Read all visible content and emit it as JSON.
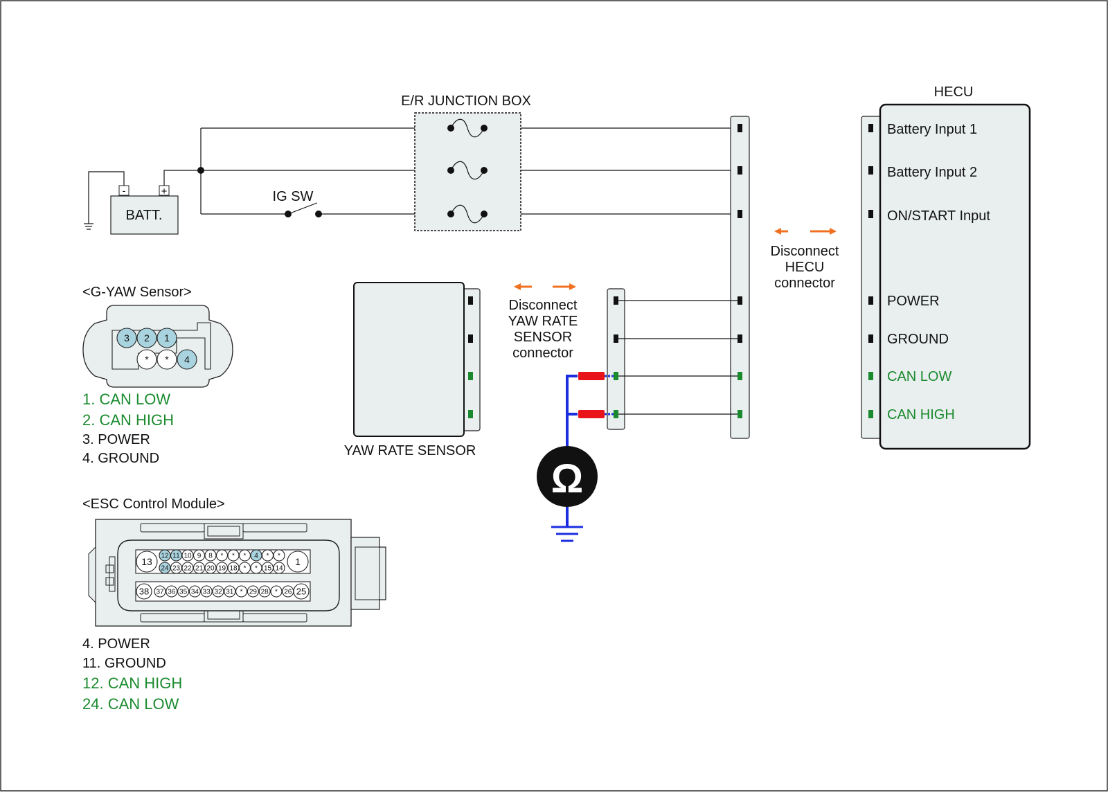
{
  "colors": {
    "wire": "#111111",
    "can": "#1a8a2e",
    "arrow": "#f07020",
    "probe": "#1a2ee0",
    "probe_tip": "#e8141a",
    "box_fill": "#e9eeee",
    "pin_highlight": "#a9d3de"
  },
  "junction_box": {
    "title": "E/R JUNCTION BOX"
  },
  "battery": {
    "label": "BATT.",
    "neg": "-",
    "pos": "+"
  },
  "ig_switch": {
    "label": "IG SW"
  },
  "hecu": {
    "title": "HECU",
    "pins": [
      {
        "label": "Battery Input 1",
        "type": "power"
      },
      {
        "label": "Battery Input 2",
        "type": "power"
      },
      {
        "label": "ON/START Input",
        "type": "power"
      },
      {
        "label": "POWER",
        "type": "power"
      },
      {
        "label": "GROUND",
        "type": "power"
      },
      {
        "label": "CAN LOW",
        "type": "can"
      },
      {
        "label": "CAN HIGH",
        "type": "can"
      }
    ]
  },
  "disconnect_hecu": {
    "lines": [
      "Disconnect",
      "HECU",
      "connector"
    ]
  },
  "disconnect_yaw": {
    "lines": [
      "Disconnect",
      "YAW RATE",
      "SENSOR",
      "connector"
    ]
  },
  "yaw_sensor": {
    "label": "YAW RATE SENSOR"
  },
  "ohmmeter": {
    "symbol": "Ω"
  },
  "gyaw_connector": {
    "title": "<G-YAW Sensor>",
    "top_pins": [
      "3",
      "2",
      "1"
    ],
    "bottom_pins": [
      "*",
      "*",
      "4"
    ],
    "legend": [
      {
        "text": "1. CAN LOW",
        "type": "can"
      },
      {
        "text": "2. CAN HIGH",
        "type": "can"
      },
      {
        "text": "3. POWER",
        "type": "power"
      },
      {
        "text": "4. GROUND",
        "type": "power"
      }
    ]
  },
  "esc_connector": {
    "title": "<ESC Control Module>",
    "row1_end_left": "13",
    "row1_end_right": "1",
    "row1_top": [
      "12",
      "11",
      "10",
      "9",
      "8",
      "*",
      "*",
      "*",
      "4",
      "*",
      "*"
    ],
    "row1_bottom": [
      "24",
      "23",
      "22",
      "21",
      "20",
      "19",
      "18",
      "*",
      "*",
      "15",
      "14"
    ],
    "row1_highlight_top": [
      "12",
      "11",
      "4"
    ],
    "row1_highlight_bottom": [
      "24"
    ],
    "row2_end_left": "38",
    "row2_end_right": "25",
    "row2": [
      "37",
      "36",
      "35",
      "34",
      "33",
      "32",
      "31",
      "*",
      "29",
      "28",
      "*",
      "26"
    ],
    "legend": [
      {
        "text": "4. POWER",
        "type": "power"
      },
      {
        "text": "11. GROUND",
        "type": "power"
      },
      {
        "text": "12. CAN HIGH",
        "type": "can"
      },
      {
        "text": "24. CAN LOW",
        "type": "can"
      }
    ]
  }
}
